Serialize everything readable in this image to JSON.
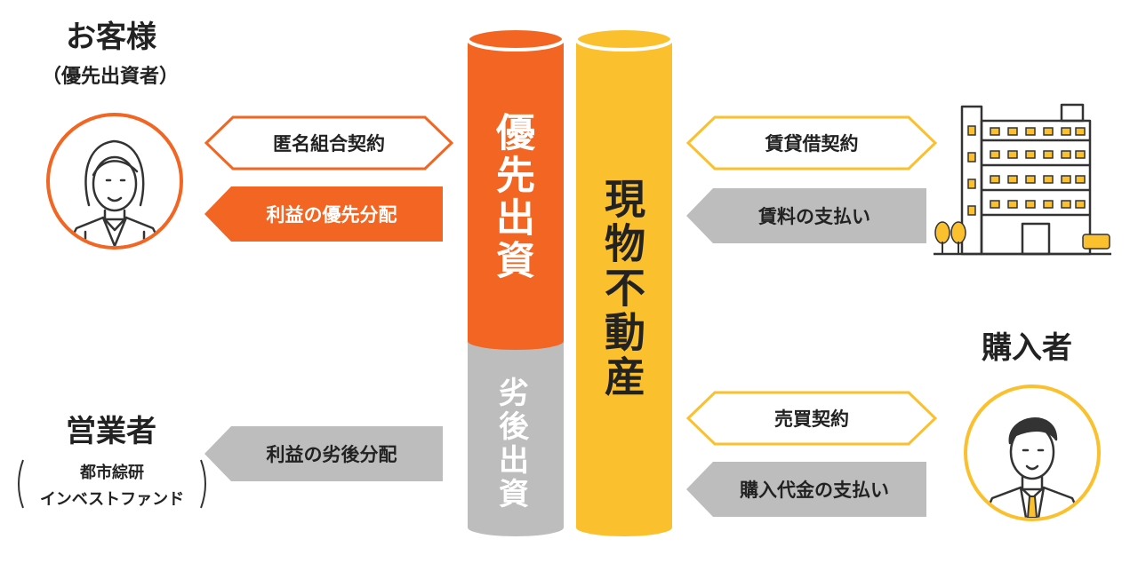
{
  "customer": {
    "title": "お客様",
    "subtitle": "（優先出資者）"
  },
  "dealer": {
    "title": "営業者",
    "line1": "都市綜研",
    "line2": "インベストファンド"
  },
  "buyer": {
    "title": "購入者"
  },
  "columns": {
    "preferred": "優先出資",
    "subordinate": "劣後出資",
    "property": "現物不動産"
  },
  "arrows": {
    "tokumei": "匿名組合契約",
    "pref_dist": "利益の優先分配",
    "sub_dist": "利益の劣後分配",
    "lease": "賃貸借契約",
    "rent": "賃料の支払い",
    "sale": "売買契約",
    "purchase": "購入代金の支払い"
  },
  "colors": {
    "orange": "#F26522",
    "yellow": "#FBC02D",
    "gray": "#BDBDBD",
    "avatar_border_customer": "#F26522",
    "avatar_border_buyer": "#FBC02D"
  }
}
